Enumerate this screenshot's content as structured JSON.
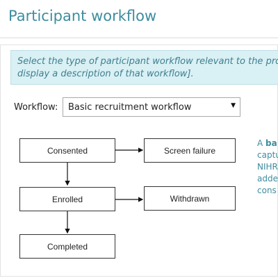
{
  "header": {
    "title": "Participant workflow"
  },
  "info": {
    "line1": "Select the type of participant workflow relevant to the proje",
    "line2": "display a description of that workflow]."
  },
  "workflow": {
    "label": "Workflow:",
    "selected": "Basic recruitment workflow"
  },
  "flow": {
    "consented": "Consented",
    "screen_failure": "Screen failure",
    "enrolled": "Enrolled",
    "withdrawn": "Withdrawn",
    "completed": "Completed"
  },
  "description": {
    "lead_prefix": "A ",
    "lead_bold": "ba",
    "line2": "captu",
    "line3": "NIHR",
    "line4": "adde",
    "line5": "cons"
  },
  "icons": {
    "dropdown": "chevron-down-icon"
  }
}
